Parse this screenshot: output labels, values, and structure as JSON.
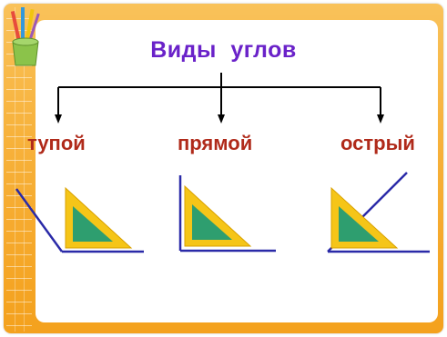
{
  "title": "Виды углов",
  "angles": [
    {
      "label": "тупой"
    },
    {
      "label": "прямой"
    },
    {
      "label": "острый"
    }
  ],
  "colors": {
    "title": "#6a22c9",
    "labels": "#b02a1a",
    "lines": "#2a2aa8",
    "triangle_outer": "#f5c518",
    "triangle_inner": "#2e9e6f",
    "frame": "#f7b23c"
  },
  "icons": [
    "pencil-cup-icon",
    "arrow-down-icon"
  ]
}
